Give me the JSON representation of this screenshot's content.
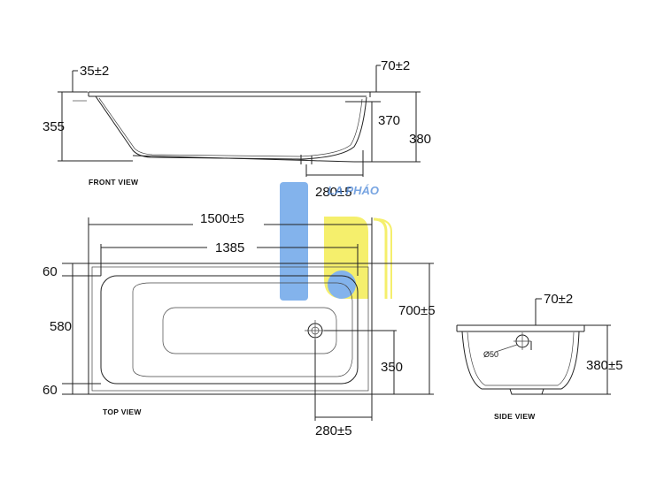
{
  "front_view": {
    "caption": "FRONT VIEW",
    "dims": {
      "top_left": "35±2",
      "top_right": "70±2",
      "left_height": "355",
      "inner_height": "370",
      "outer_height": "380",
      "drain_offset": "280±5"
    }
  },
  "top_view": {
    "caption": "TOP VIEW",
    "dims": {
      "overall_length": "1500±5",
      "inner_length": "1385",
      "rim_top": "60",
      "inner_width": "580",
      "rim_bottom": "60",
      "overall_width": "700±5",
      "drain_y": "350",
      "drain_x": "280±5"
    }
  },
  "side_view": {
    "caption": "SIDE VIEW",
    "dims": {
      "rim": "70±2",
      "drain_dia": "Ø50",
      "height": "380±5"
    }
  },
  "watermark": {
    "text": "LA PHÁO",
    "colors": {
      "blue": "#5a9ae6",
      "yellow": "#f2ea3c"
    }
  }
}
